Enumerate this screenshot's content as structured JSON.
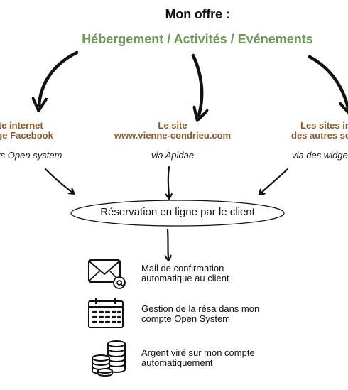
{
  "colors": {
    "green": "#6a9a54",
    "brown": "#8a5a2b",
    "ink": "#111111"
  },
  "header": {
    "title": "Mon offre :",
    "subtitle": "Hébergement / Activités / Evénements"
  },
  "sources": [
    {
      "line1": "ite internet",
      "line2": "page Facebook",
      "via": "gets Open system"
    },
    {
      "line1": "Le site",
      "line2": "www.vienne-condrieu.com",
      "via": "via Apidae"
    },
    {
      "line1": "Les sites in",
      "line2": "des autres so",
      "via": "via des widget"
    }
  ],
  "center": {
    "label": "Réservation en ligne par le client"
  },
  "results": [
    {
      "icon": "envelope-icon",
      "line1": "Mail de confirmation",
      "line2": "automatique au client"
    },
    {
      "icon": "calendar-icon",
      "line1": "Gestion de la résa dans mon",
      "line2": "compte Open System"
    },
    {
      "icon": "coins-icon",
      "line1": "Argent viré sur mon compte",
      "line2": "automatiquement"
    }
  ]
}
